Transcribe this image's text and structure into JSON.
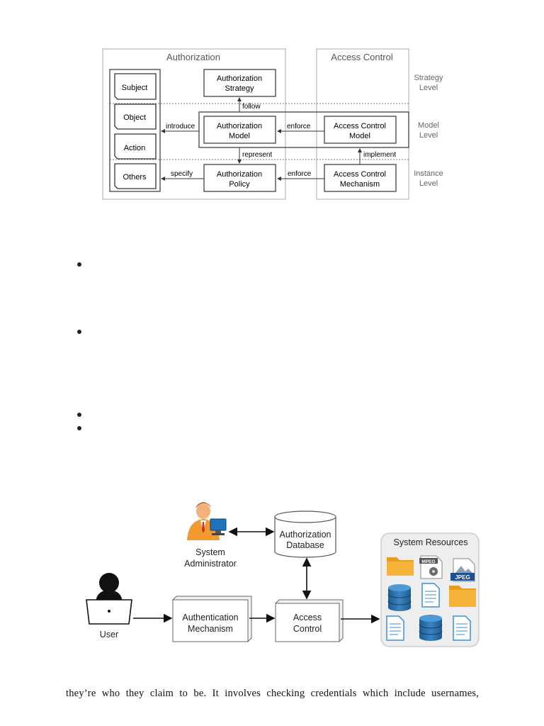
{
  "figure1": {
    "authorization_header": "Authorization",
    "access_control_header": "Access Control",
    "levels": {
      "strategy": [
        "Strategy",
        "Level"
      ],
      "model": [
        "Model",
        "Level"
      ],
      "instance": [
        "Instance",
        "Level"
      ]
    },
    "elements": [
      "Subject",
      "Object",
      "Action",
      "Others"
    ],
    "boxes": {
      "auth_strategy": [
        "Authorization",
        "Strategy"
      ],
      "auth_model": [
        "Authorization",
        "Model"
      ],
      "auth_policy": [
        "Authorization",
        "Policy"
      ],
      "ac_model": [
        "Access Control",
        "Model"
      ],
      "ac_mechanism": [
        "Access Control",
        "Mechanism"
      ]
    },
    "arrow_labels": {
      "follow": "follow",
      "introduce": "introduce",
      "enforce_model": "enforce",
      "represent": "represent",
      "implement": "implement",
      "specify": "specify",
      "enforce_instance": "enforce"
    }
  },
  "figure2": {
    "administrator_label": [
      "System",
      "Administrator"
    ],
    "database_label": [
      "Authorization",
      "Database"
    ],
    "user_label": "User",
    "auth_mech_label": [
      "Authentication",
      "Mechanism"
    ],
    "access_control_label": [
      "Access",
      "Control"
    ],
    "resources_title": "System Resources",
    "mpeg_label": "MPEG",
    "jpeg_label": "JPEG"
  },
  "body": {
    "text_line": "they’re who they claim to be. It involves checking credentials which include usernames,"
  },
  "colors": {
    "person_orange": "#f29a2e",
    "monitor_blue": "#1e73be",
    "db_blue": "#2f6ea5",
    "folder_yellow": "#f6b43a",
    "doc_blue": "#3b8fd6"
  }
}
